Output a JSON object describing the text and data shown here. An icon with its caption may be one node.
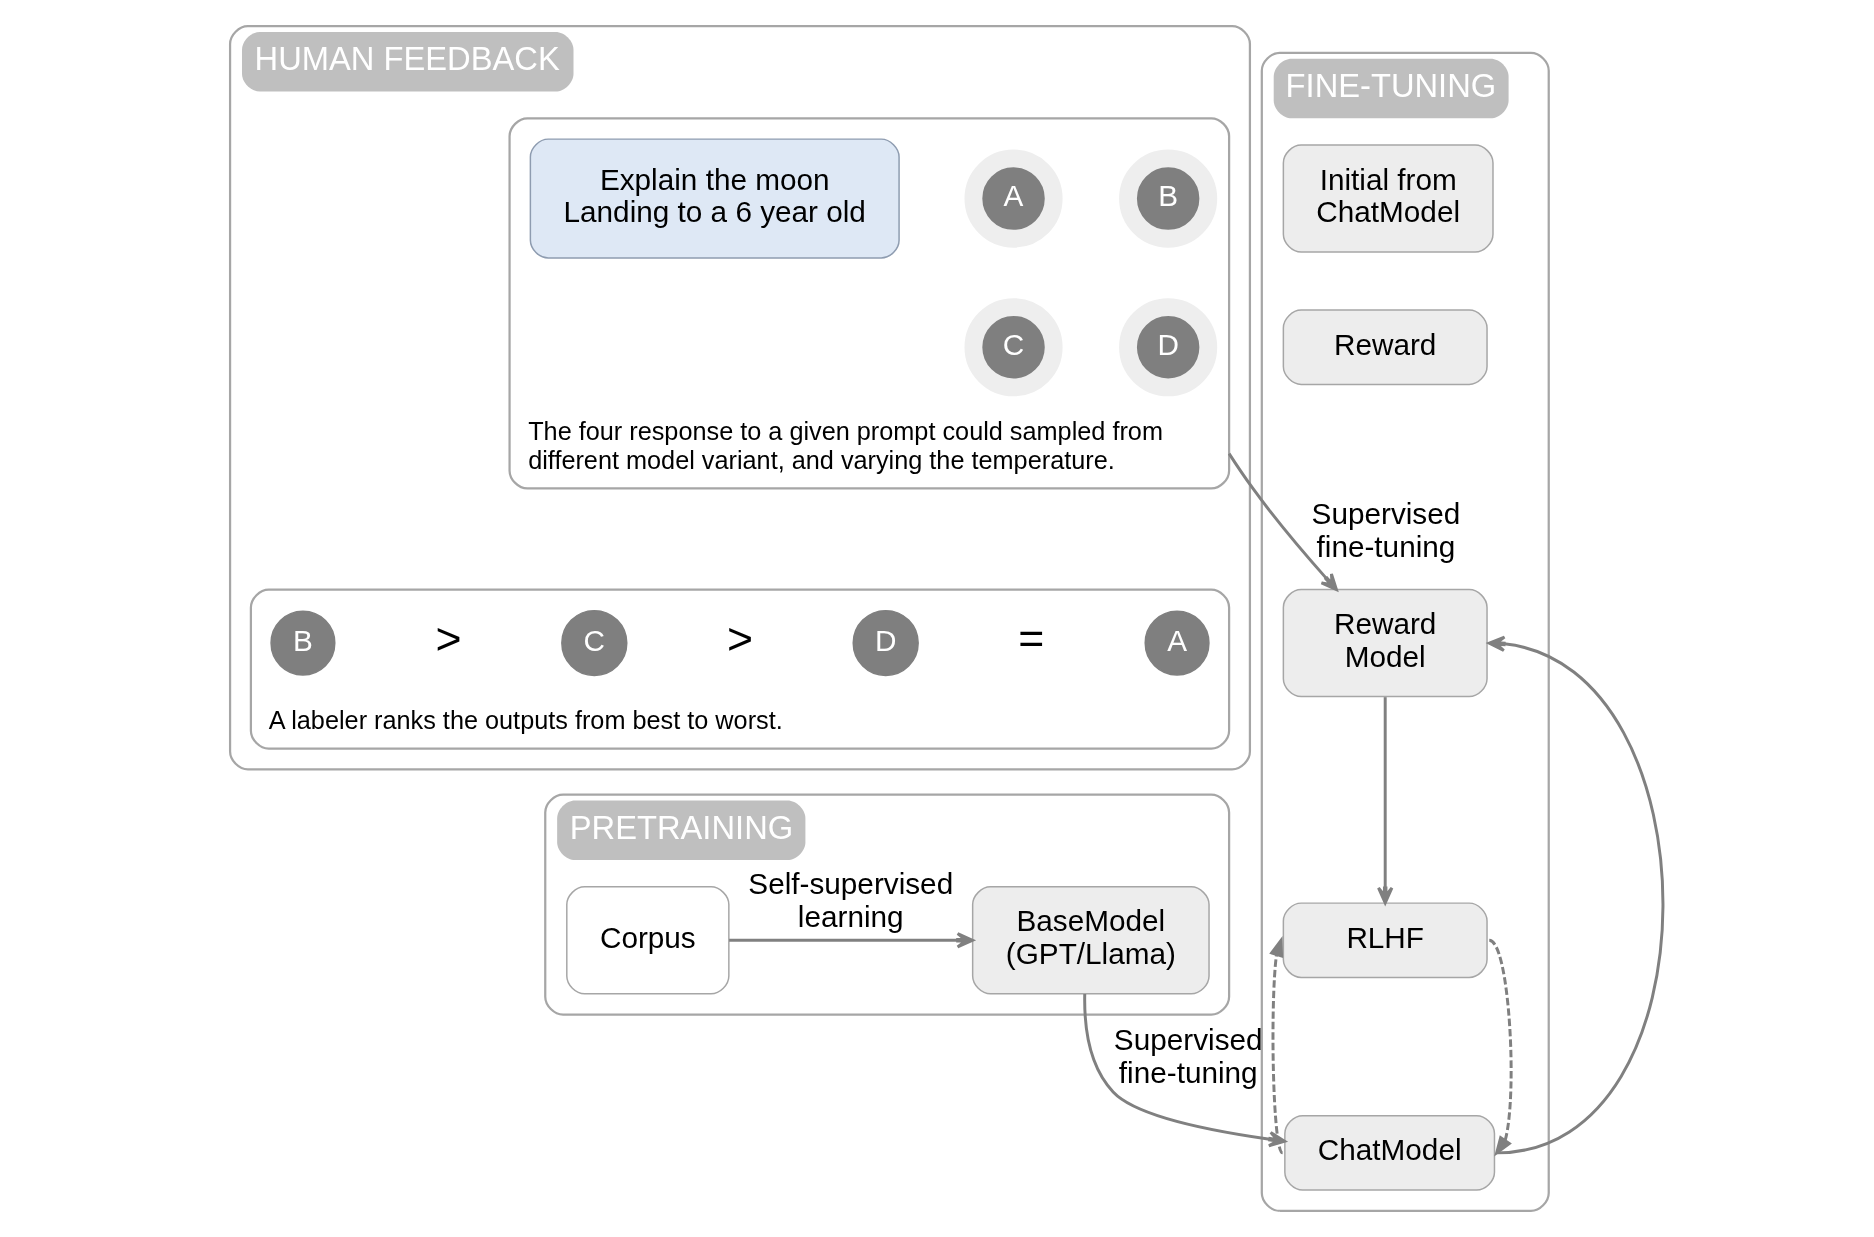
{
  "diagram": {
    "nodes": [
      {
        "text": [
          "HUMAN FEEDBACK"
        ]
      },
      {
        "text": [
          "The four response to a given prompt could sampled from different model variant, and varying the temperature."
        ],
        "in": 0
      },
      {
        "text": [
          "Explain the moon Landing to a 6 year old"
        ],
        "in": 1
      },
      {
        "text": [
          "A"
        ],
        "in": 1
      },
      {
        "text": [
          "B"
        ],
        "in": 1
      },
      {
        "text": [
          "C"
        ],
        "in": 1
      },
      {
        "text": [
          "D"
        ],
        "in": 1
      },
      {
        "text": [
          "A labeler ranks the outputs from best to worst."
        ],
        "in": 0
      },
      {
        "text": [
          "B"
        ],
        "in": 7
      },
      {
        "text": [
          "C"
        ],
        "in": 7
      },
      {
        "text": [
          "D"
        ],
        "in": 7
      },
      {
        "text": [
          "A"
        ],
        "in": 7
      },
      {
        "text": [
          "PRETRAINING"
        ]
      },
      {
        "text": [
          "Corpus"
        ],
        "in": 12
      },
      {
        "text": [
          "BaseModel (GPT/Llama)"
        ],
        "in": 12
      },
      {
        "text": [
          "FINE-TUNING"
        ]
      },
      {
        "text": [
          "Initial from ChatModel"
        ],
        "in": 15
      },
      {
        "text": [
          "Reward"
        ],
        "in": 15
      },
      {
        "text": [
          "Reward Model"
        ],
        "in": 15
      },
      {
        "text": [
          "RLHF"
        ],
        "in": 15
      },
      {
        "text": [
          "ChatModel"
        ],
        "in": 15
      }
    ],
    "edges": [
      {
        "from": 13,
        "to": 14,
        "arrow": "to",
        "label": "Self-supervised learning"
      },
      {
        "from": 1,
        "to": 18,
        "arrow": "to",
        "label": "Supervised fine-tuning"
      },
      {
        "from": 14,
        "to": 20,
        "arrow": "to",
        "label": "Supervised fine-tuning"
      },
      {
        "from": 18,
        "to": 19,
        "arrow": "to"
      },
      {
        "from": 20,
        "to": 18,
        "arrow": "to"
      },
      {
        "from": 20,
        "to": 19,
        "arrow": "to",
        "style": "dashed"
      },
      {
        "from": 19,
        "to": 20,
        "arrow": "to",
        "style": "dashed"
      }
    ],
    "labels": [
      ">",
      ">",
      "="
    ]
  }
}
